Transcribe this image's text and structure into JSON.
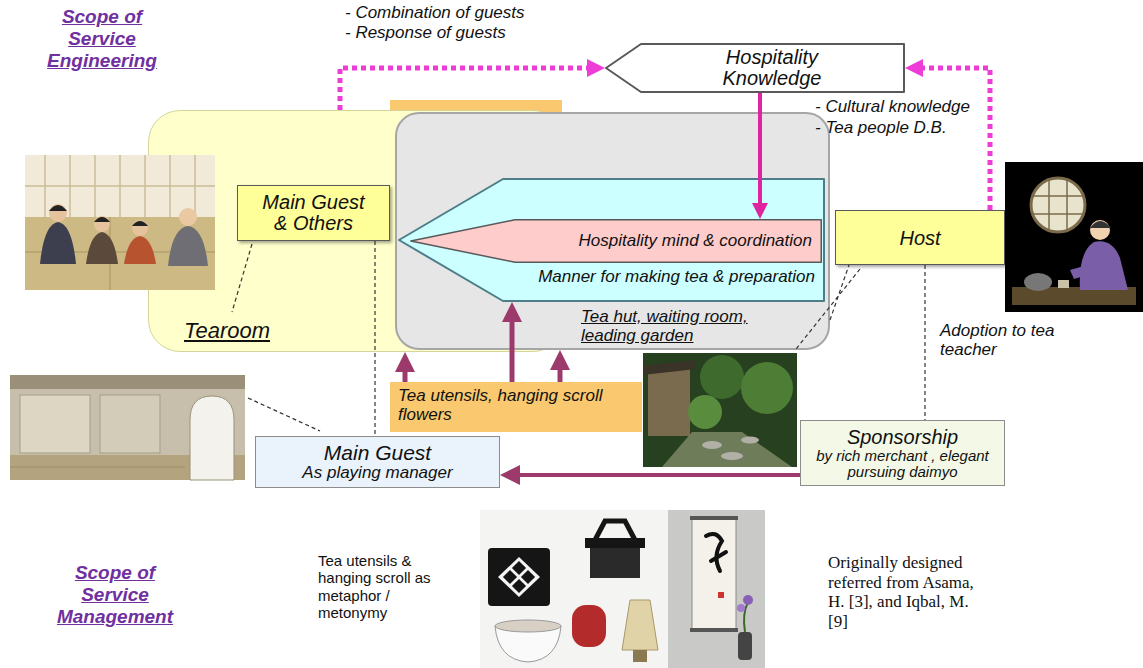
{
  "diagram": {
    "nodes": [
      {
        "text": [
          "Hospitality Knowledge"
        ]
      },
      {
        "text": [
          "Tearoom"
        ]
      },
      {
        "text": [
          "Main Guest & Others"
        ],
        "in": 1
      },
      {
        "text": [
          "Tea hut, waiting room, leading garden"
        ]
      },
      {
        "text": [
          "Manner for making tea & preparation"
        ],
        "in": 3
      },
      {
        "text": [
          "Hospitality mind & coordination"
        ],
        "in": 4
      },
      {
        "text": [
          "Host"
        ]
      },
      {
        "text": [
          "Tea utensils, hanging scroll flowers"
        ]
      },
      {
        "text": [
          "Main Guest",
          "As playing manager"
        ]
      },
      {
        "text": [
          "Sponsorship",
          "by rich merchant , elegant pursuing daimyo"
        ]
      }
    ],
    "edges": [
      {
        "from": 1,
        "to": 0,
        "arrow": "to"
      },
      {
        "from": 6,
        "to": 0,
        "arrow": "to"
      },
      {
        "from": 0,
        "to": 5,
        "arrow": "to"
      },
      {
        "from": 7,
        "to": 1,
        "arrow": "to"
      },
      {
        "from": 7,
        "to": 4,
        "arrow": "to"
      },
      {
        "from": 7,
        "to": 3,
        "arrow": "to"
      },
      {
        "from": 9,
        "to": 8,
        "arrow": "to"
      },
      {
        "from": 2,
        "to": 8,
        "arrow": "none"
      },
      {
        "from": 3,
        "to": 6,
        "arrow": "none"
      },
      {
        "from": 6,
        "to": 9,
        "arrow": "none"
      }
    ],
    "labels": [
      "Scope of Service Engineering",
      "- Combination of guests",
      "- Response of guests",
      "- Cultural knowledge",
      "- Tea people D.B.",
      "Adoption to tea teacher",
      "Scope of Service Management",
      "Tea utensils & hanging scroll as metaphor / metonymy",
      "Originally designed referred from Asama, H. [3], and Iqbal, M. [9]"
    ]
  }
}
